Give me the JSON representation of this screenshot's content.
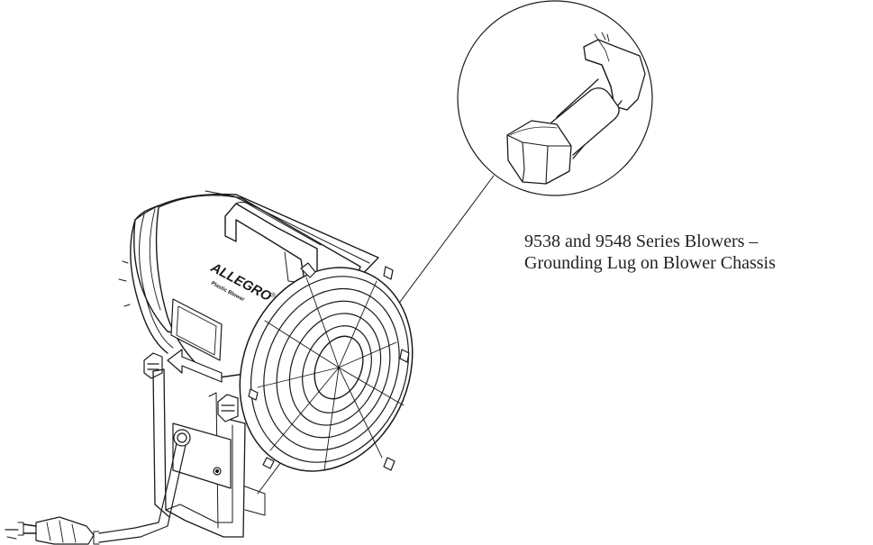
{
  "caption": {
    "line1": "9538 and 9548 Series Blowers –",
    "line2": "Grounding Lug on Blower Chassis"
  },
  "blower": {
    "brand": "ALLEGRO",
    "brand_mark": "®",
    "product_line": "Plastic Blower"
  },
  "colors": {
    "ink": "#1a1a1a",
    "paper": "#ffffff"
  }
}
